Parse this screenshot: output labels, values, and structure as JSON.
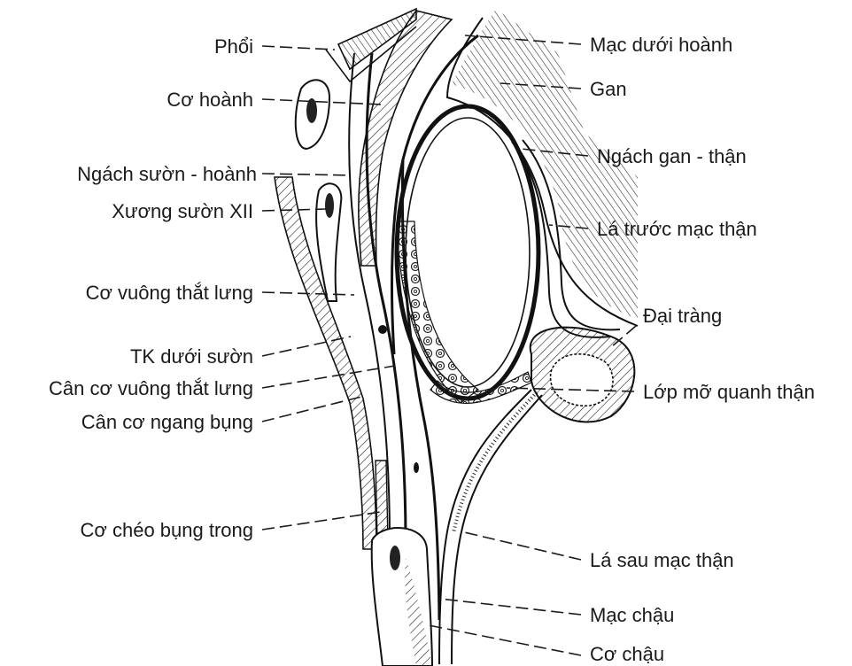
{
  "labels": {
    "phoi": "Phổi",
    "co_hoanh": "Cơ hoành",
    "ngach_suon_hoanh": "Ngách sườn -  hoành",
    "xuong_suon_xii": "Xương sườn XII",
    "co_vuong_that_lung": "Cơ vuông thắt lưng",
    "tk_duoi_suon": "TK dưới sườn",
    "can_co_vuong_that_lung": "Cân cơ vuông thắt lưng",
    "can_co_ngang_bung": "Cân cơ ngang bụng",
    "co_cheo_bung_trong": "Cơ chéo bụng trong",
    "mac_duoi_hoanh": "Mạc dưới hoành",
    "gan": "Gan",
    "ngach_gan_than": "Ngách gan - thận",
    "la_truoc_mac_than": "Lá trước mạc thận",
    "dai_trang": "Đại tràng",
    "lop_mo_quanh_than": "Lớp mỡ quanh thận",
    "la_sau_mac_than": "Lá sau mạc thận",
    "mac_chau": "Mạc chậu",
    "co_chau": "Cơ chậu"
  }
}
